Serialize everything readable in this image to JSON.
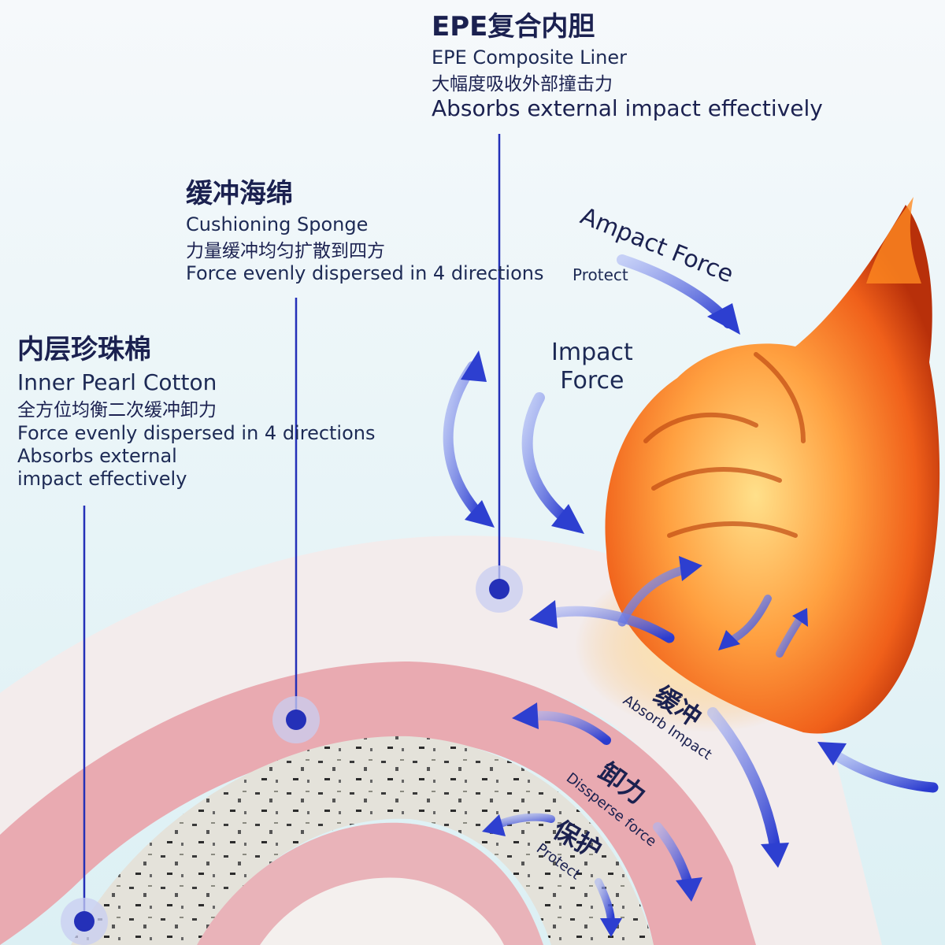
{
  "layers": {
    "epe": {
      "title_cn": "EPE复合内胆",
      "title_en": "EPE Composite Liner",
      "desc_cn": "大幅度吸收外部撞击力",
      "desc_en": "Absorbs external impact effectively"
    },
    "sponge": {
      "title_cn": "缓冲海绵",
      "title_en": "Cushioning Sponge",
      "desc_cn": "力量缓冲均匀扩散到四方",
      "desc_en": "Force evenly dispersed in 4 directions"
    },
    "pearl": {
      "title_cn": "内层珍珠棉",
      "title_en": "Inner Pearl Cotton",
      "desc_cn": "全方位均衡二次缓冲卸力",
      "desc_en": "Force evenly dispersed in 4 directions",
      "desc_en2": "Absorbs external",
      "desc_en3": "impact effectively"
    }
  },
  "annotations": {
    "ampact_force": "Ampact Force",
    "protect_top": "Protect",
    "impact_force_1": "Impact",
    "impact_force_2": "Force",
    "absorb_cn": "缓冲",
    "absorb_en": "Absorb Impact",
    "disperse_cn": "卸力",
    "disperse_en": "Dissperse force",
    "protect_cn": "保护",
    "protect_en": "Protect"
  },
  "colors": {
    "arrow_blue": "#2d3fd0",
    "marker_blue": "#2430b8",
    "pearl_pink": "#e9aab1",
    "outer_shell": "#f3ecec",
    "sponge_gray": "#e2e0d8",
    "flame_orange": "#f07a1c",
    "text_navy": "#1b2150"
  },
  "icons": [
    "flaming-fist-icon",
    "layer-marker-icon",
    "force-arrow-icon"
  ]
}
